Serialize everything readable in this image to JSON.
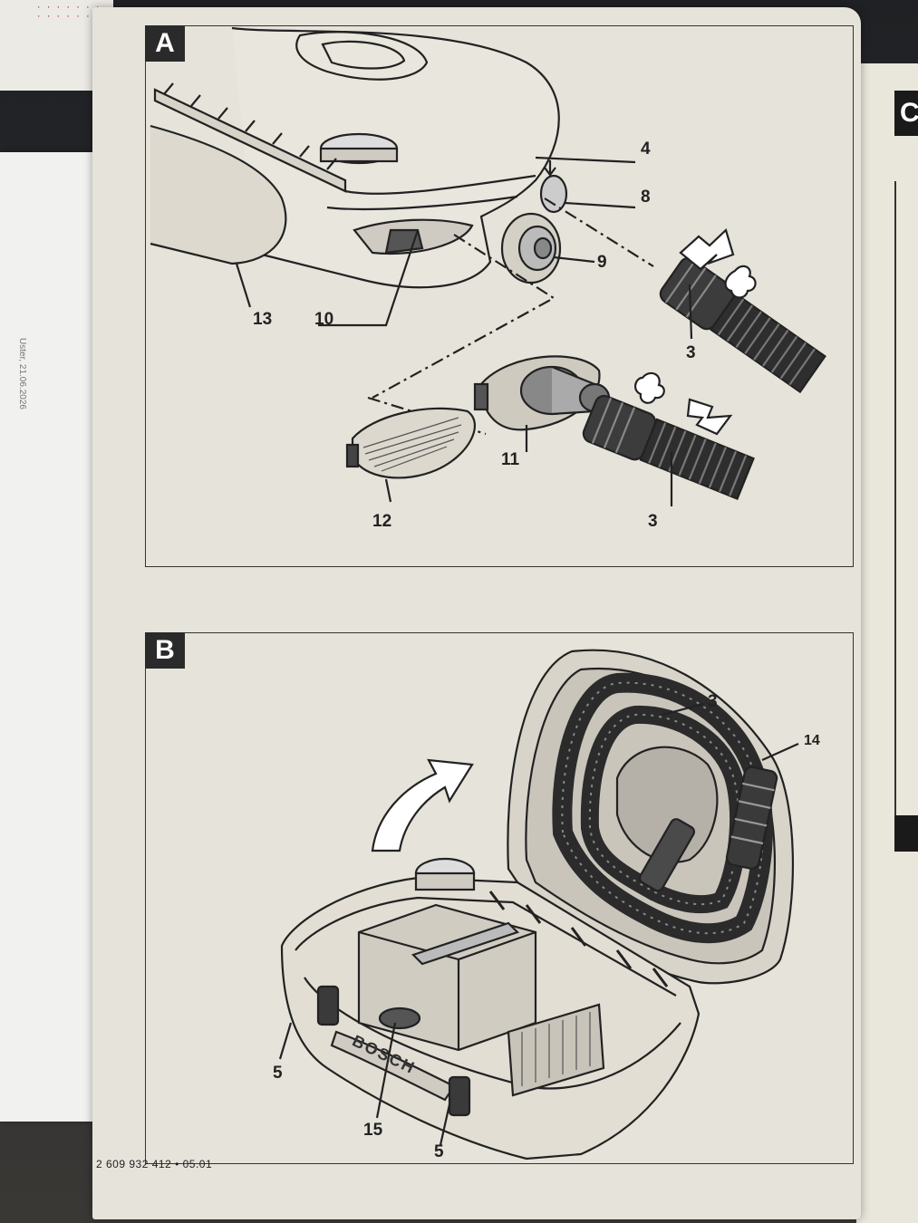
{
  "panels": {
    "a": {
      "letter": "A",
      "callouts": [
        "4",
        "8",
        "9",
        "13",
        "10",
        "3",
        "11",
        "12",
        "3"
      ]
    },
    "b": {
      "letter": "B",
      "callouts": [
        "3",
        "14",
        "5",
        "15",
        "5"
      ]
    }
  },
  "logo_text": "BOSCH",
  "footer_code": "2 609 932 412 • 05.01",
  "right_page_tab_letter": "C",
  "left_paper": {
    "line1": "Uster, 21.06.2026"
  },
  "colors": {
    "paper": "#e6e3da",
    "ink": "#222222",
    "label_box": "#2a2a2a"
  }
}
